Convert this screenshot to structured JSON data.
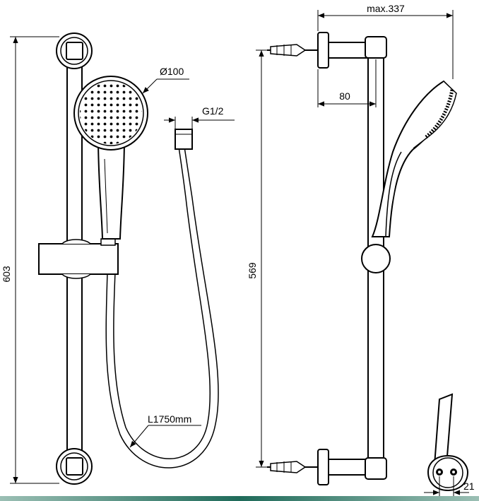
{
  "dimensions": {
    "overall_height": "603",
    "head_diameter": "Ø100",
    "hose_thread": "G1/2",
    "hose_length": "L1750mm",
    "max_projection": "max.337",
    "wall_offset": "80",
    "fixing_centres": "569",
    "bracket_size": "21"
  },
  "colors": {
    "line": "#000000",
    "bottom_strip": "#1f6b5a"
  }
}
